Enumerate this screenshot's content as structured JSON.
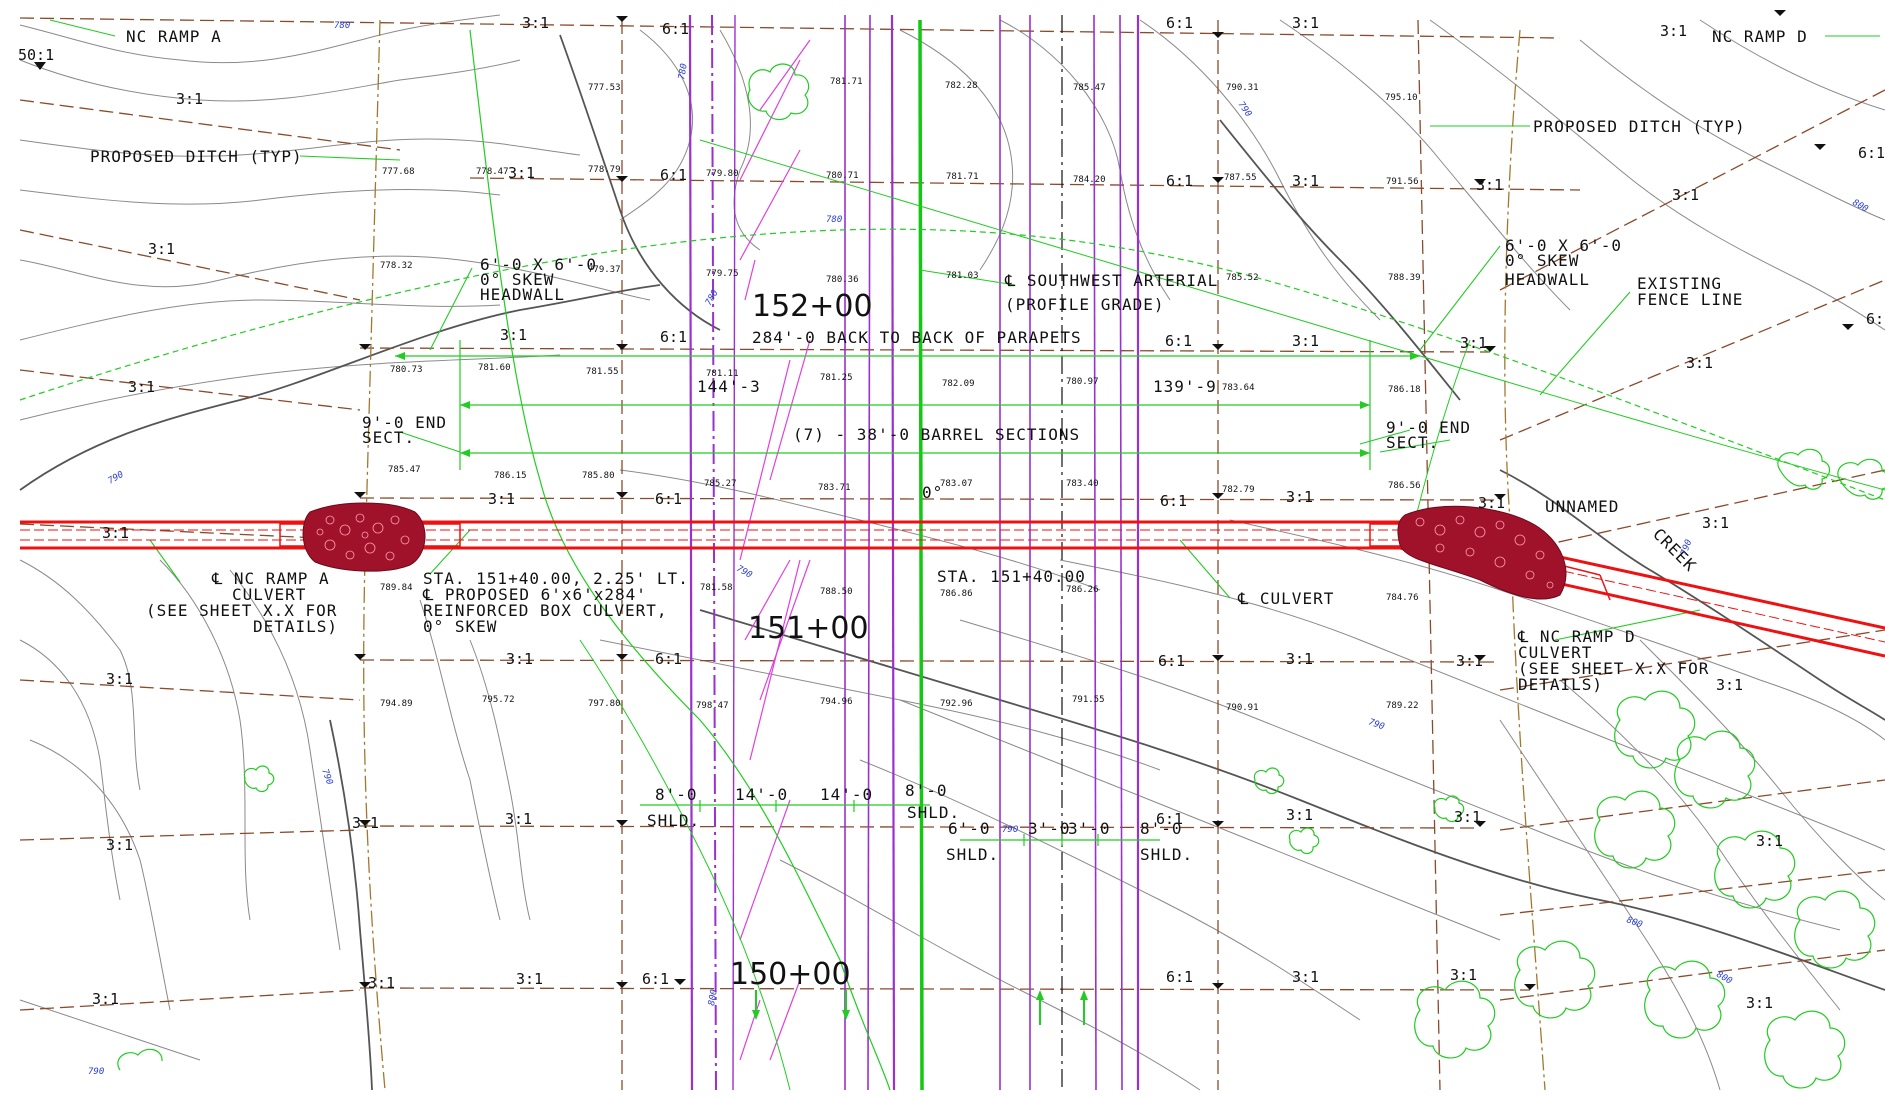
{
  "stations": [
    "152+00",
    "151+00",
    "150+00"
  ],
  "ramps": {
    "a": "NC RAMP A",
    "d": "NC RAMP D"
  },
  "callouts": {
    "ditch_left": "PROPOSED DITCH (TYP)",
    "ditch_right": "PROPOSED DITCH (TYP)",
    "headwall_left": [
      "6'-0 X 6'-0",
      "0° SKEW",
      "HEADWALL"
    ],
    "headwall_right": [
      "6'-0 X 6'-0",
      "0° SKEW",
      "HEADWALL"
    ],
    "arterial": [
      "℄ SOUTHWEST ARTERIAL",
      "(PROFILE GRADE)"
    ],
    "parapets": "284'-0 BACK TO BACK OF PARAPETS",
    "dim_left": "144'-3",
    "dim_right": "139'-9",
    "barrel": "(7) - 38'-0 BARREL SECTIONS",
    "end_left": [
      "9'-0 END",
      "SECT."
    ],
    "end_right": [
      "9'-0 END",
      "SECT."
    ],
    "existing_fence": [
      "EXISTING",
      "FENCE LINE"
    ],
    "unnamed_creek": [
      "UNNAMED",
      "CREEK"
    ],
    "ramp_a_culvert": [
      "℄ NC RAMP A",
      "CULVERT",
      "(SEE SHEET X.X FOR",
      "DETAILS)"
    ],
    "ramp_d_culvert": [
      "℄ NC RAMP D",
      "CULVERT",
      "(SEE SHEET X.X FOR",
      "DETAILS)"
    ],
    "box_culvert": [
      "STA. 151+40.00, 2.25' LT.",
      "℄ PROPOSED 6'x6'x284'",
      "REINFORCED BOX CULVERT,",
      "0° SKEW"
    ],
    "sta_center": "STA. 151+40.00",
    "culvert_cl": "℄ CULVERT",
    "skew_mark": "0°"
  },
  "section_dims": {
    "shld_8_left": "8'-0",
    "shld_left_lbl": "SHLD.",
    "lane_14_a": "14'-0",
    "lane_14_b": "14'-0",
    "shld_8_mid": "8'-0",
    "shld_mid_lbl": "SHLD.",
    "shld_6": "6'-0",
    "shld_6_lbl": "SHLD.",
    "med_3_a": "3'-0",
    "med_3_b": "3'-0",
    "shld_8_right": "8'-0",
    "shld_right_lbl": "SHLD."
  },
  "slopes": {
    "s50": "50:1",
    "s31": "3:1",
    "s61": "6:1"
  },
  "elevations": [
    "777.53",
    "781.71",
    "782.28",
    "785.47",
    "790.31",
    "795.10",
    "777.68",
    "778.47",
    "778.79",
    "779.80",
    "780.71",
    "781.71",
    "784.20",
    "787.55",
    "791.56",
    "778.32",
    "779.37",
    "779.75",
    "780.36",
    "781.03",
    "785.52",
    "788.39",
    "780.73",
    "781.60",
    "781.55",
    "781.11",
    "781.25",
    "782.09",
    "780.97",
    "783.64",
    "786.18",
    "785.47",
    "786.15",
    "785.80",
    "785.27",
    "783.71",
    "783.07",
    "783.40",
    "782.79",
    "786.56",
    "789.84",
    "781.58",
    "788.50",
    "786.86",
    "786.26",
    "784.76",
    "794.89",
    "795.72",
    "797.80",
    "798.47",
    "794.96",
    "792.96",
    "791.55",
    "790.91",
    "789.22"
  ],
  "contour_labels": [
    "780",
    "780",
    "780",
    "780",
    "790",
    "790",
    "790",
    "790",
    "790",
    "790",
    "790",
    "800",
    "800",
    "800",
    "800",
    "790"
  ],
  "colors": {
    "contour": "#8a8a8a",
    "index_contour": "#555555",
    "slope_line": "#8b4a2b",
    "leader": "#22cc22",
    "profile_grade": "#12c812",
    "lane_line": "#9b30d0",
    "hatch": "#e040e0",
    "culvert": "#ee1111",
    "riprap": "#a0122a",
    "contour_label": "#2a3fd0"
  }
}
